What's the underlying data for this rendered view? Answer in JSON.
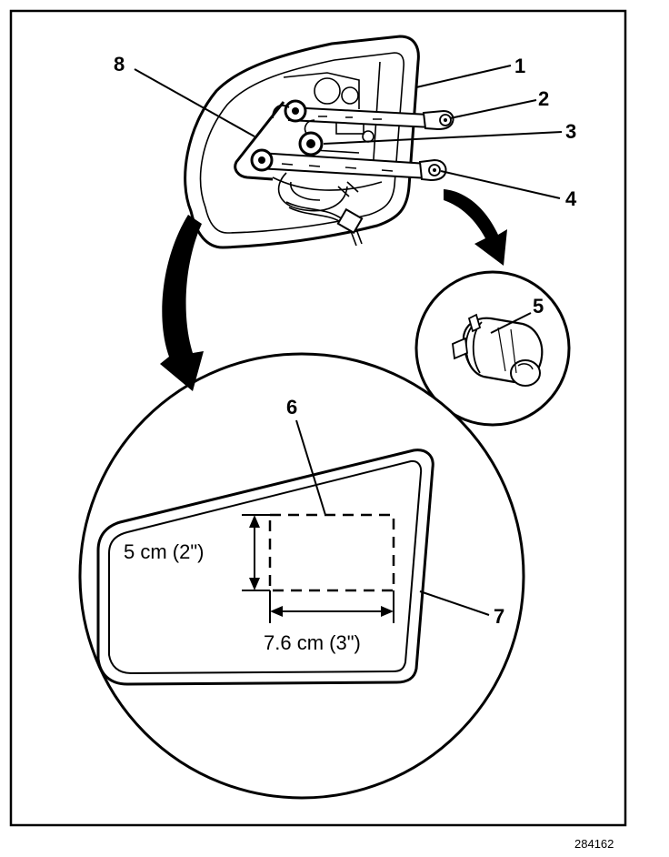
{
  "callouts": {
    "c1": "1",
    "c2": "2",
    "c3": "3",
    "c4": "4",
    "c5": "5",
    "c6": "6",
    "c7": "7",
    "c8": "8"
  },
  "dimensions": {
    "height": "5 cm (2\")",
    "width": "7.6 cm (3\")"
  },
  "figure_number": "284162"
}
